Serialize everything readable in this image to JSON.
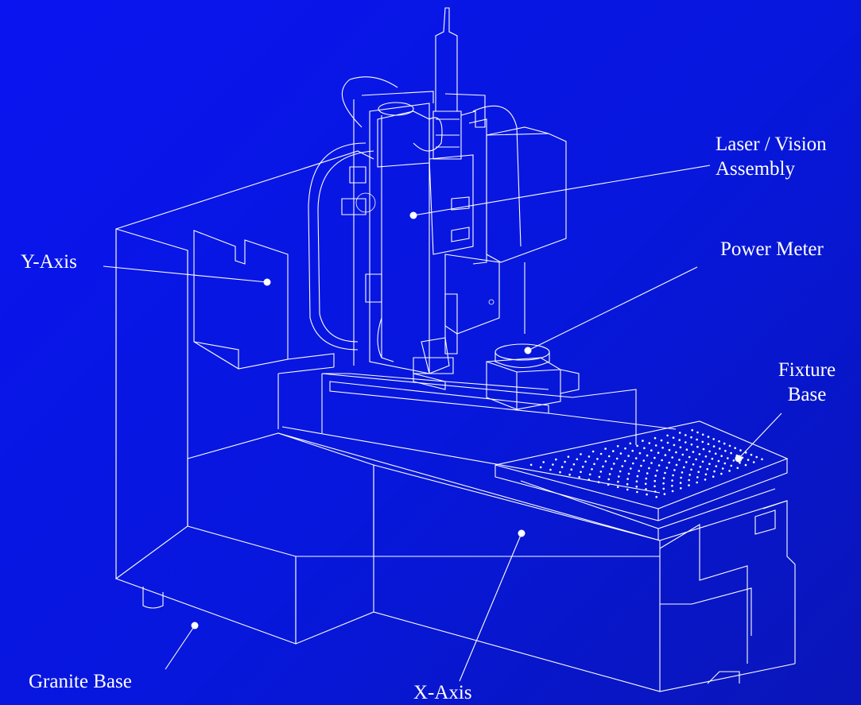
{
  "labels": {
    "laser_vision": "Laser / Vision Assembly",
    "power_meter": "Power Meter",
    "y_axis": "Y-Axis",
    "fixture_base": "Fixture Base",
    "granite_base": "Granite Base",
    "x_axis": "X-Axis"
  },
  "colors": {
    "background": "#0717dc",
    "lines": "#ffffff"
  }
}
